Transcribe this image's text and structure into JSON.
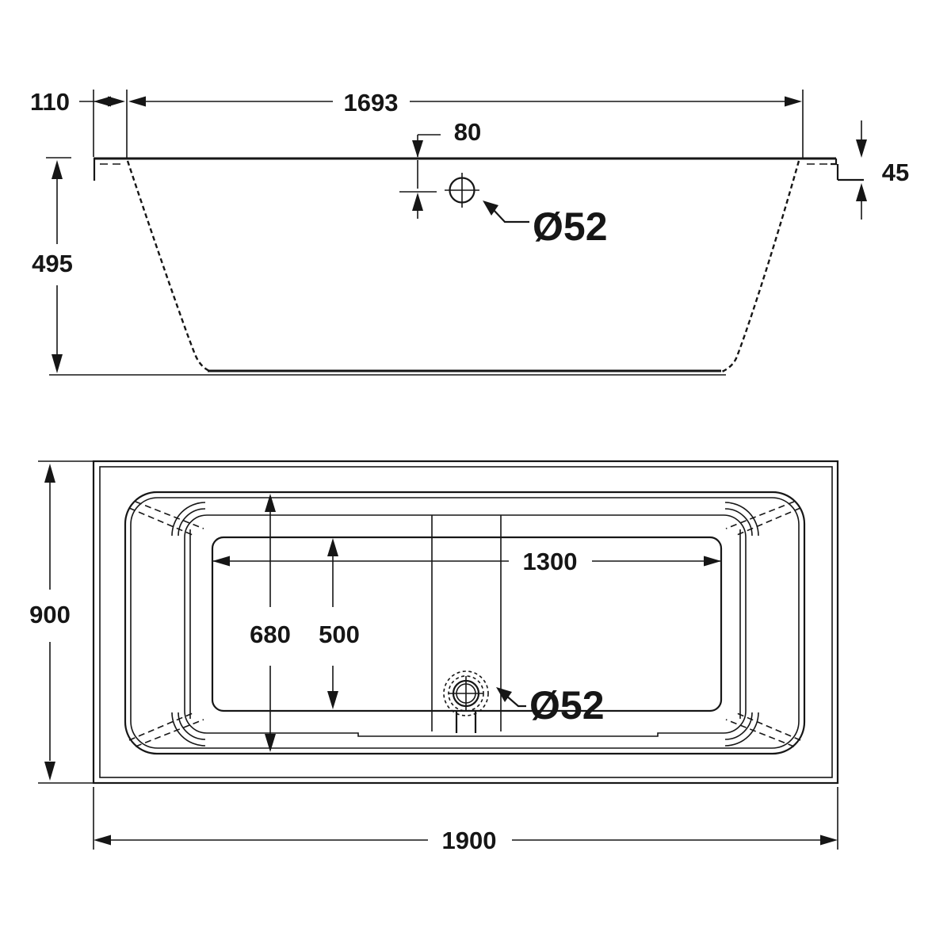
{
  "drawing_title": "Bathtub technical dimension drawing",
  "colors": {
    "background": "#ffffff",
    "line": "#161616"
  },
  "side_view": {
    "dim_lip": "110",
    "dim_length": "1693",
    "dim_overflow_offset": "80",
    "dim_rim_step": "45",
    "dim_depth": "495",
    "overflow_diameter": "Ø52"
  },
  "plan_view": {
    "dim_width": "900",
    "dim_rim_band_width": "680",
    "dim_floor_width": "500",
    "dim_floor_length": "1300",
    "dim_overall_length": "1900",
    "drain_diameter": "Ø52"
  }
}
